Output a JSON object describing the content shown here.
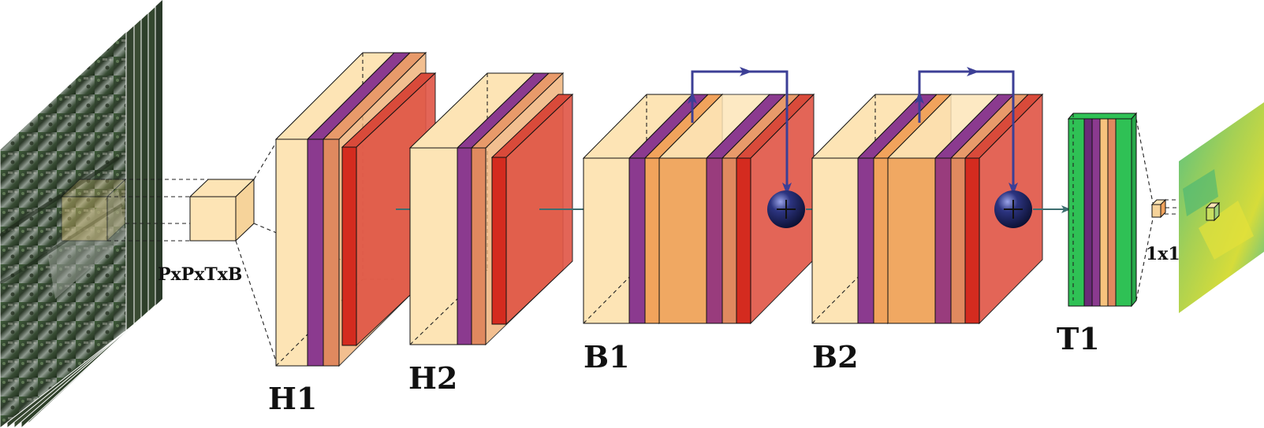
{
  "labels": {
    "input_patch": "PxPxTxB",
    "h1": "H1",
    "h2": "H2",
    "b1": "B1",
    "b2": "B2",
    "t1": "T1",
    "output_patch": "1x1"
  },
  "icons": {
    "sum": "plus-circle-icon",
    "flow": "arrow-right-icon"
  },
  "colors": {
    "cream": "#fde4b5",
    "purple": "#8b3a8f",
    "salmon": "#e0895f",
    "orange": "#f1a35c",
    "red": "#d42b1f",
    "green": "#2fc155",
    "dark_purple": "#6b2a78",
    "navy_sphere": "#1a1f5c",
    "arrow_teal": "#3d6e70",
    "skip_blue": "#3c3f96"
  }
}
